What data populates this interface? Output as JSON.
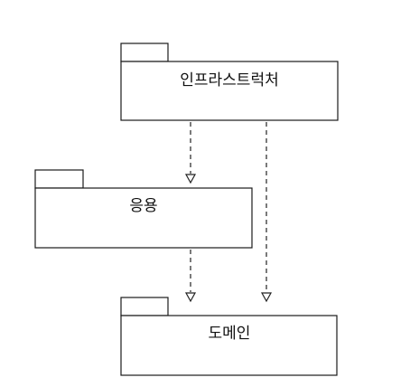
{
  "diagram": {
    "packages": {
      "infrastructure": {
        "label": "인프라스트럭처"
      },
      "application": {
        "label": "응용"
      },
      "domain": {
        "label": "도메인"
      }
    },
    "dependencies": [
      {
        "from": "infrastructure",
        "to": "application",
        "style": "dashed"
      },
      {
        "from": "application",
        "to": "domain",
        "style": "dashed"
      },
      {
        "from": "infrastructure",
        "to": "domain",
        "style": "dashed"
      }
    ]
  }
}
